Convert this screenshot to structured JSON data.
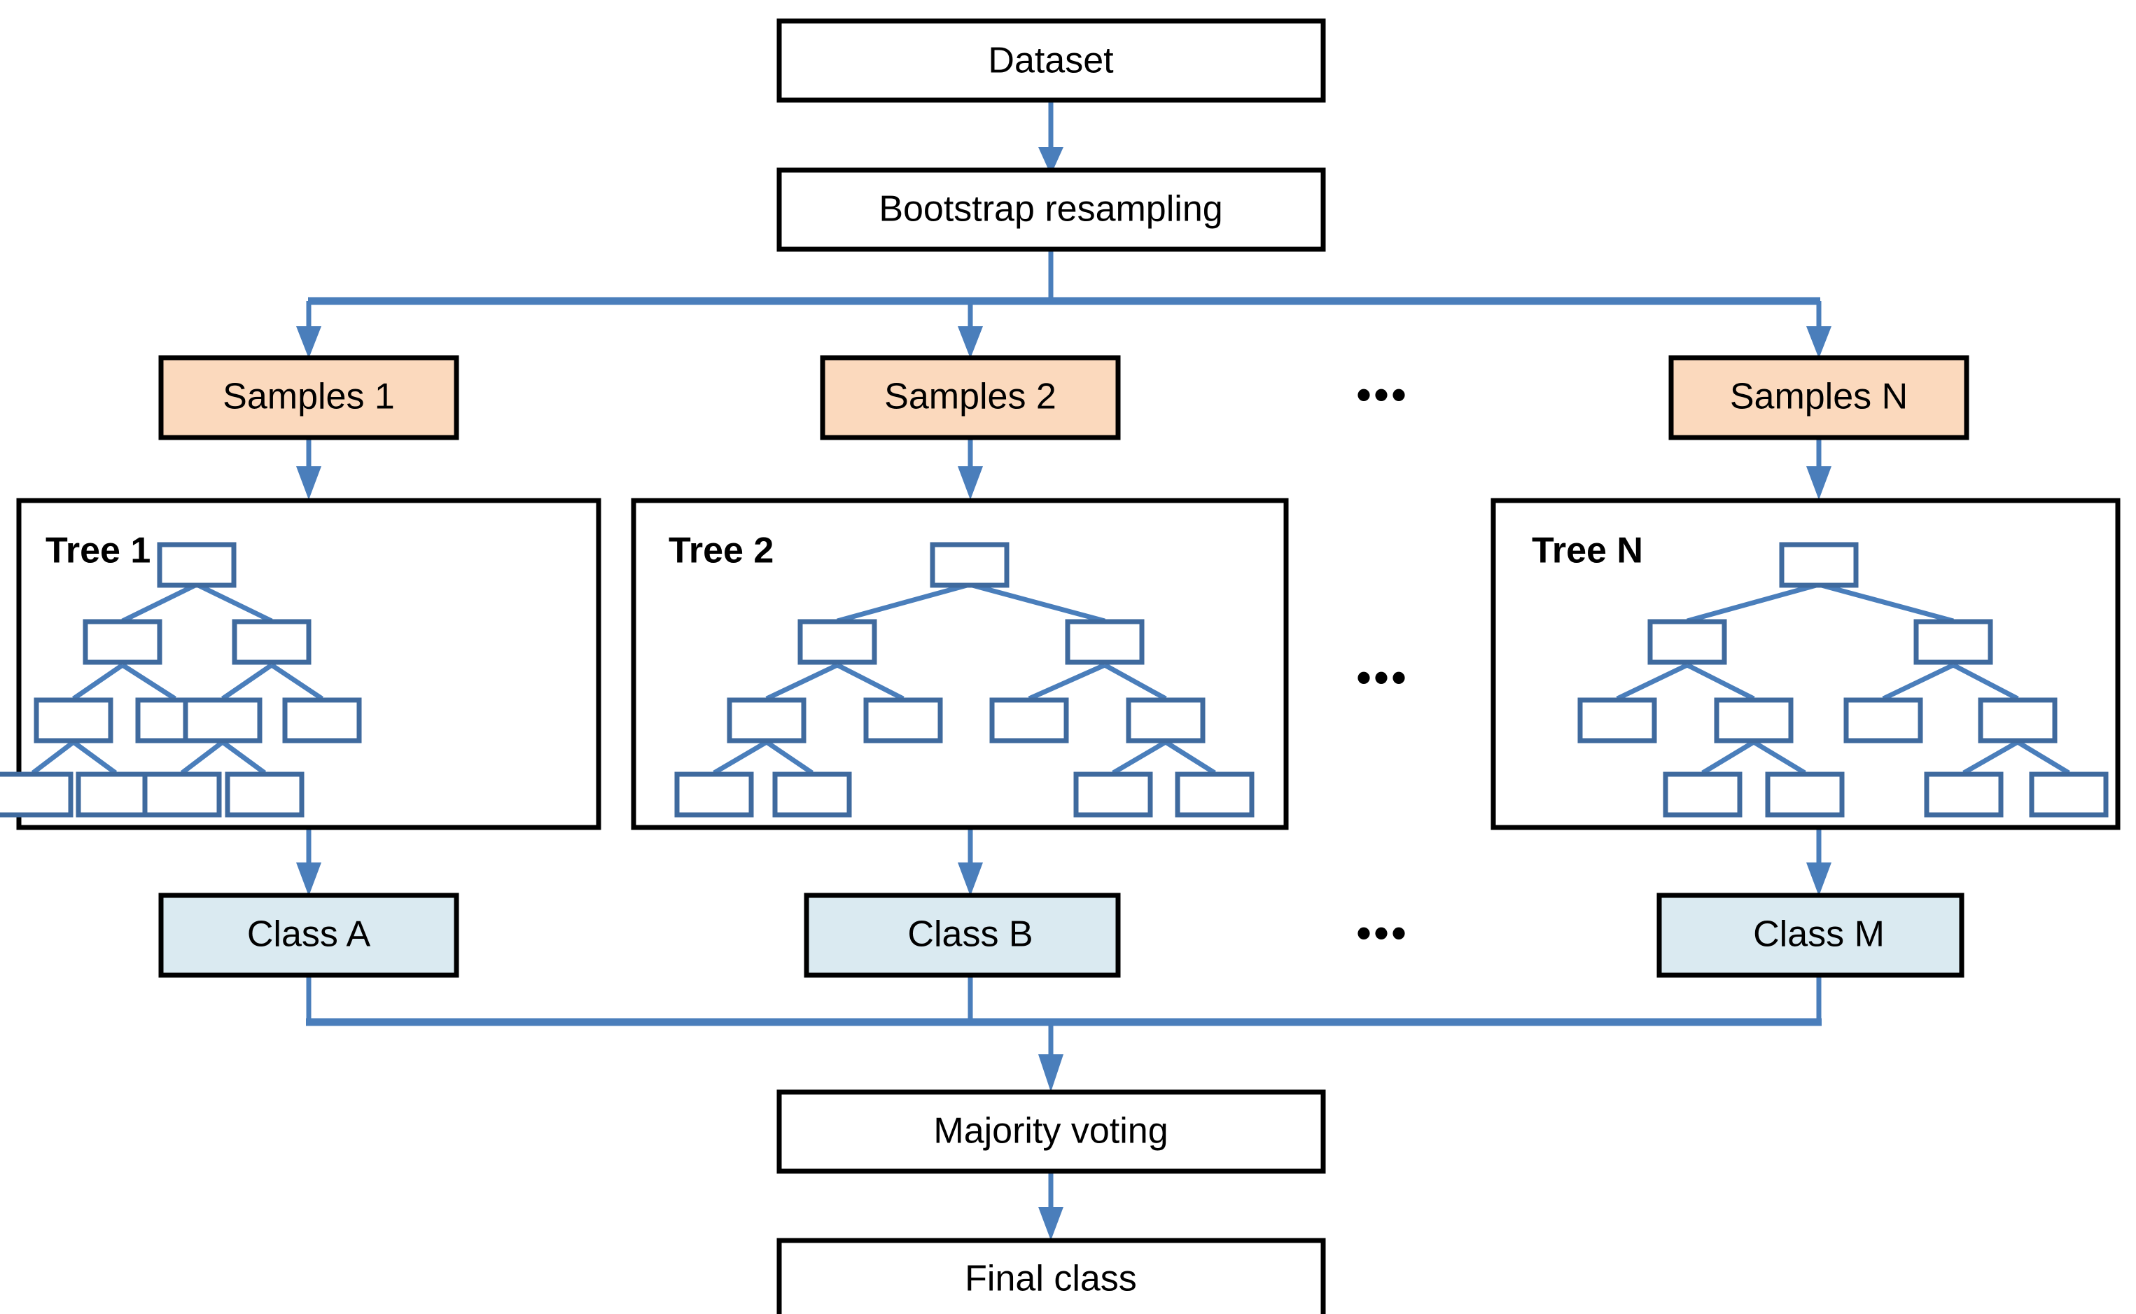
{
  "diagram": {
    "title": "Random Forest ensemble classification flowchart",
    "colors": {
      "samples_fill": "#FBD9BD",
      "class_fill": "#DAEAF1",
      "box_stroke": "#000000",
      "node_stroke": "#3F6A9E",
      "connector": "#4A7EBB",
      "background": "#FFFFFF",
      "text": "#000000"
    },
    "top": {
      "dataset": "Dataset",
      "bootstrap": "Bootstrap resampling"
    },
    "samples": [
      {
        "label": "Samples 1"
      },
      {
        "label": "Samples 2"
      },
      {
        "label": "Samples N"
      }
    ],
    "trees": [
      {
        "title": "Tree 1"
      },
      {
        "title": "Tree 2"
      },
      {
        "title": "Tree N"
      }
    ],
    "classes": [
      {
        "label": "Class A"
      },
      {
        "label": "Class B"
      },
      {
        "label": "Class M"
      }
    ],
    "bottom": {
      "majority_voting": "Majority voting",
      "final_class": "Final class"
    },
    "ellipses": {
      "samples_row": "•••",
      "trees_row": "•••",
      "classes_row": "•••"
    }
  }
}
